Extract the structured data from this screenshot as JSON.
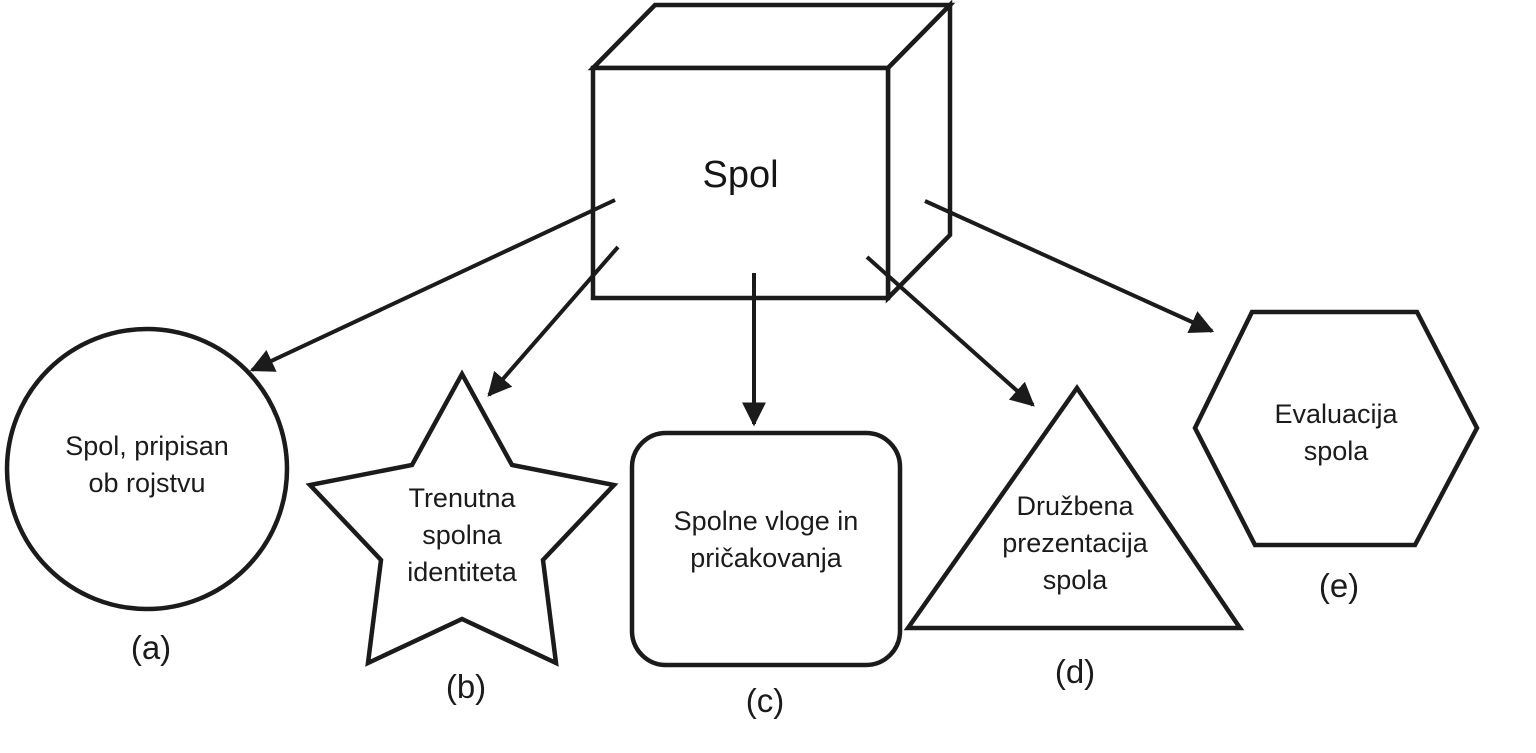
{
  "figure": {
    "background_color": "#ffffff",
    "stroke_color": "#1b1b1b",
    "source": {
      "shape": "cube",
      "label": "Spol"
    },
    "nodes": [
      {
        "id": "a",
        "shape": "circle",
        "label": "Spol, pripisan\nob rojstvu",
        "tag": "(a)"
      },
      {
        "id": "b",
        "shape": "star",
        "label": "Trenutna\nspolna\nidentiteta",
        "tag": "(b)"
      },
      {
        "id": "c",
        "shape": "rounded-square",
        "label": "Spolne vloge in\npričakovanja",
        "tag": "(c)"
      },
      {
        "id": "d",
        "shape": "triangle",
        "label": "Družbena\nprezentacija\nspola",
        "tag": "(d)"
      },
      {
        "id": "e",
        "shape": "hexagon",
        "label": "Evaluacija\nspola",
        "tag": "(e)"
      }
    ],
    "connections": [
      {
        "from": "cube",
        "to": "a"
      },
      {
        "from": "cube",
        "to": "b"
      },
      {
        "from": "cube",
        "to": "c"
      },
      {
        "from": "cube",
        "to": "d"
      },
      {
        "from": "cube",
        "to": "e"
      }
    ]
  }
}
